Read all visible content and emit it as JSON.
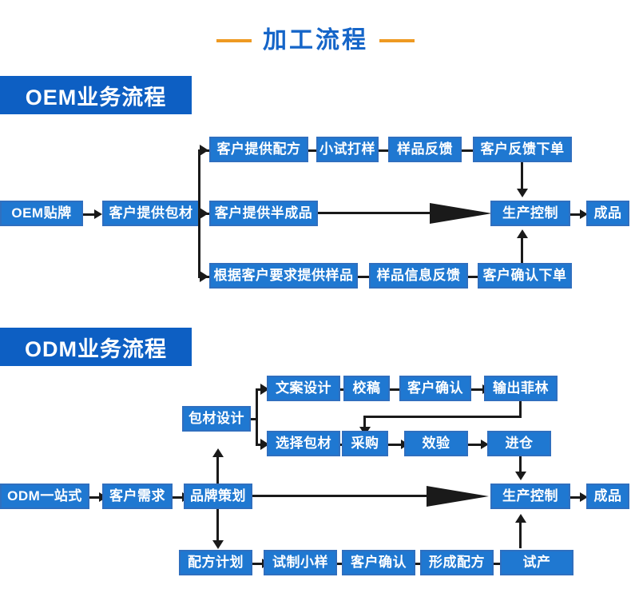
{
  "page": {
    "title": "加工流程",
    "title_accent_color": "#ee9a22",
    "title_text_color": "#1565c8",
    "node_color": "#1f78d1",
    "header_color": "#0d5fc3",
    "connector_color": "#1a1a1a",
    "background": "#ffffff"
  },
  "sections": [
    {
      "id": "oem",
      "header": "OEM业务流程",
      "nodes": {
        "start": "OEM贴牌",
        "packaging": "客户提供包材",
        "branch_top": [
          "客户提供配方",
          "小试打样",
          "样品反馈",
          "客户反馈下单"
        ],
        "branch_mid": [
          "客户提供半成品"
        ],
        "branch_bottom": [
          "根据客户要求提供样品",
          "样品信息反馈",
          "客户确认下单"
        ],
        "control": "生产控制",
        "finished": "成品"
      }
    },
    {
      "id": "odm",
      "header": "ODM业务流程",
      "nodes": {
        "start": "ODM一站式",
        "demand": "客户需求",
        "planning": "品牌策划",
        "package_design": "包材设计",
        "branch_top": [
          "文案设计",
          "校稿",
          "客户确认",
          "输出菲林"
        ],
        "branch_mid": [
          "选择包材",
          "采购",
          "效验",
          "进仓"
        ],
        "branch_bottom": [
          "配方计划",
          "试制小样",
          "客户确认",
          "形成配方",
          "试产"
        ],
        "control": "生产控制",
        "finished": "成品"
      }
    }
  ]
}
